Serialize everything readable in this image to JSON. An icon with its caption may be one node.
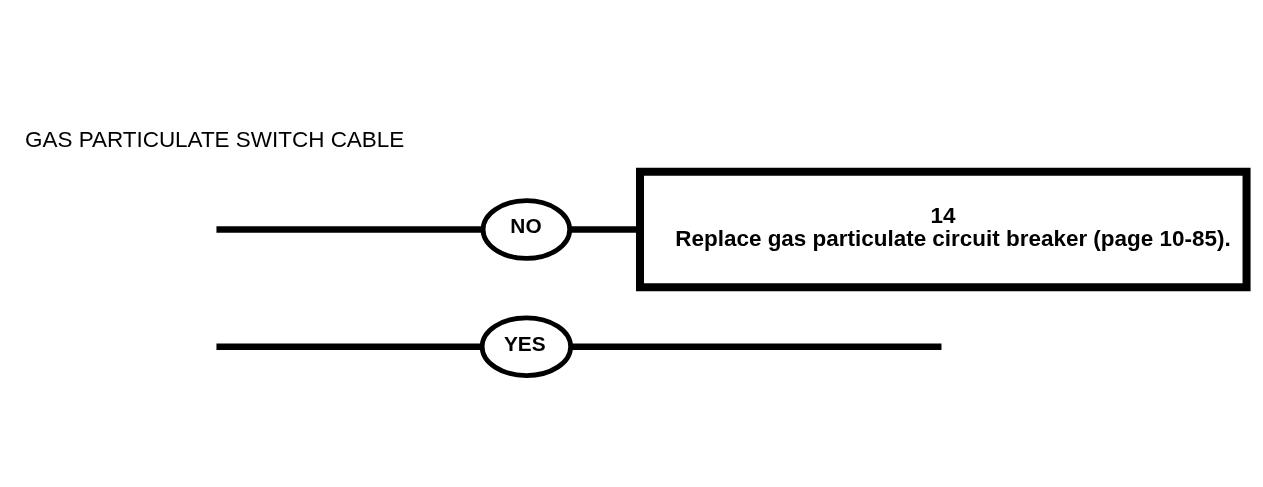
{
  "diagram": {
    "nodes": [
      {
        "text": [
          "YES"
        ]
      },
      {
        "text": [
          "NO"
        ]
      },
      {
        "text": [
          "14",
          "Replace gas particulate circuit breaker (page 10-85)."
        ]
      }
    ],
    "edges": [
      {
        "from": null,
        "to": 0,
        "arrow": "none"
      },
      {
        "from": null,
        "to": 1,
        "arrow": "none"
      },
      {
        "from": 1,
        "to": 2,
        "arrow": "none"
      },
      {
        "from": 0,
        "to": null,
        "arrow": "none"
      }
    ],
    "labels": [
      "GAS PARTICULATE SWITCH CABLE"
    ]
  }
}
